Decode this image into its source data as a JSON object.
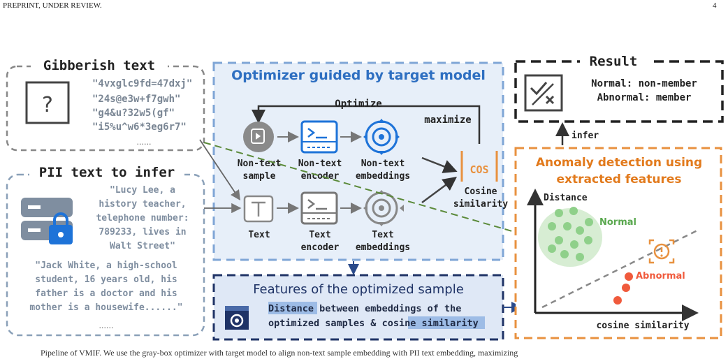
{
  "header": {
    "left": "PREPRINT, UNDER REVIEW.",
    "page_number": "4"
  },
  "gibberish": {
    "title": "Gibberish text",
    "lines": [
      "\"4vxglc9fd=47dxj\"",
      "\"24s@e3w+f7gwh\"",
      "\"g4&u?32w5(gf\"",
      "\"i5%u^w6*3eg6r7\""
    ],
    "ellipsis": "......"
  },
  "pii": {
    "title": "PII text to infer",
    "sample1": [
      "\"Lucy Lee, a",
      "history teacher,",
      "telephone number:",
      "789233, lives in",
      "Walt Street\""
    ],
    "sample2": [
      "\"Jack White, a high-school",
      "student, 16 years old, his",
      "father is a doctor and his",
      "mother is a housewife......\""
    ],
    "ellipsis": "......"
  },
  "optimizer": {
    "title": "Optimizer guided by target model",
    "optimize_label": "Optimize",
    "maximize_label": "maximize",
    "nontext_sample": [
      "Non-text",
      "sample"
    ],
    "nontext_encoder": [
      "Non-text",
      "encoder"
    ],
    "nontext_embeddings": [
      "Non-text",
      "embeddings"
    ],
    "cos_label": "COS",
    "cosine_similarity": [
      "Cosine",
      "similarity"
    ],
    "text_label": "Text",
    "text_encoder": [
      "Text",
      "encoder"
    ],
    "text_embeddings": [
      "Text",
      "embeddings"
    ]
  },
  "features": {
    "title": "Features of the optimized sample",
    "line1_highlight": "Distance",
    "line1_rest": " between embeddings of the",
    "line2_rest": "optimized samples & ",
    "line2_highlight": "cosine similarity"
  },
  "result": {
    "title": "Result",
    "normal_line": "Normal: non-member",
    "abnormal_line": "Abnormal: member",
    "infer_label": "infer"
  },
  "anomaly": {
    "title": [
      "Anomaly detection using",
      "extracted features"
    ],
    "y_axis": "Distance",
    "x_axis": "cosine similarity",
    "normal_label": "Normal",
    "abnormal_label": "Abnormal"
  },
  "caption": "Pipeline of VMIF. We use the gray-box optimizer with target model to align non-text sample embedding with PII text embedding, maximizing",
  "colors": {
    "blue_dashed": "#7fa6d6",
    "blue_fill": "#e7eff9",
    "title_blue": "#2e6fc1",
    "navy": "#1f3366",
    "orange": "#e8913f",
    "orange_text": "#e27a1c",
    "green_dot": "#8fd08a",
    "green_text": "#5aa84f",
    "red_dot": "#f05a3c",
    "gray_text": "#7f8ea0",
    "dark": "#333333"
  },
  "icons": [
    "question-mark-icon",
    "server-lock-icon",
    "play-sample-icon",
    "encoder-terminal-icon",
    "embedding-target-icon",
    "text-t-icon",
    "check-x-document-icon",
    "alert-icon"
  ]
}
